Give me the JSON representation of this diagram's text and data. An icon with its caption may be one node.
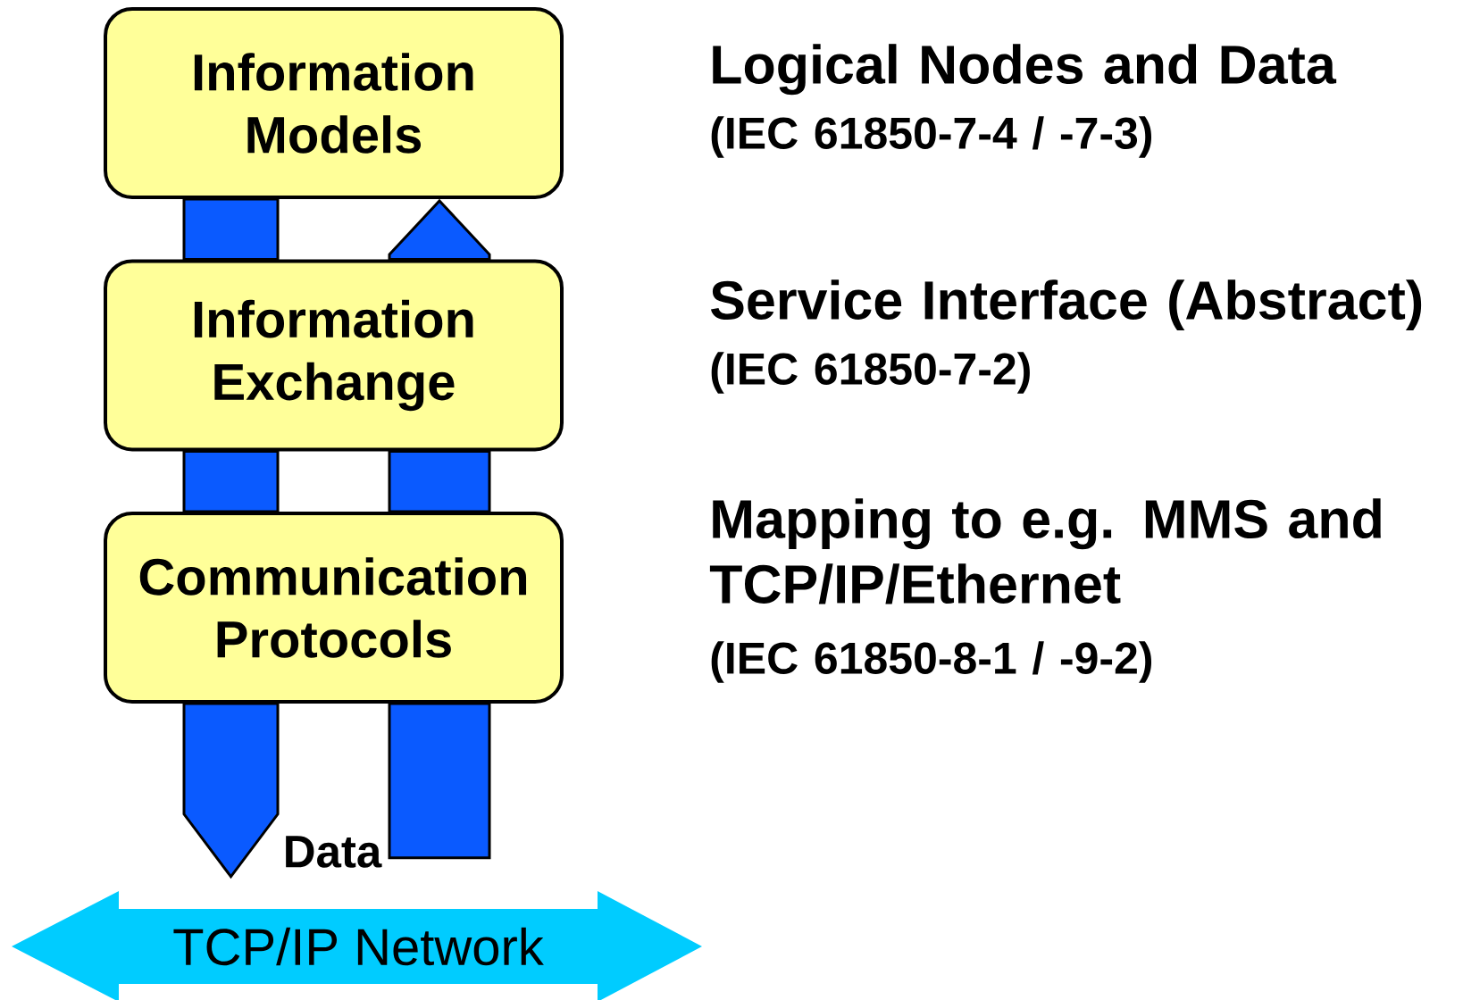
{
  "diagram": {
    "nodes": [
      {
        "text": [
          "Information Models"
        ],
        "beside": [
          "Logical Nodes and Data",
          "(IEC 61850-7-4 / -7-3)"
        ]
      },
      {
        "text": [
          "Information Exchange"
        ],
        "beside": [
          "Service Interface (Abstract)",
          "(IEC 61850-7-2)"
        ]
      },
      {
        "text": [
          "Communication Protocols"
        ],
        "beside": [
          "Mapping to e.g. MMS and TCP/IP/Ethernet",
          "(IEC 61850-8-1 / -9-2)"
        ]
      },
      {
        "text": [
          "TCP/IP Network"
        ]
      }
    ],
    "edges": [
      {
        "from": 0,
        "to": 1,
        "arrow": "none"
      },
      {
        "from": 1,
        "to": 2,
        "arrow": "none"
      },
      {
        "from": 2,
        "to": 3,
        "arrow": "to"
      },
      {
        "from": 3,
        "to": 2,
        "arrow": "none"
      },
      {
        "from": 2,
        "to": 1,
        "arrow": "none"
      },
      {
        "from": 1,
        "to": 0,
        "arrow": "to"
      }
    ],
    "labels": [
      "Data"
    ]
  }
}
